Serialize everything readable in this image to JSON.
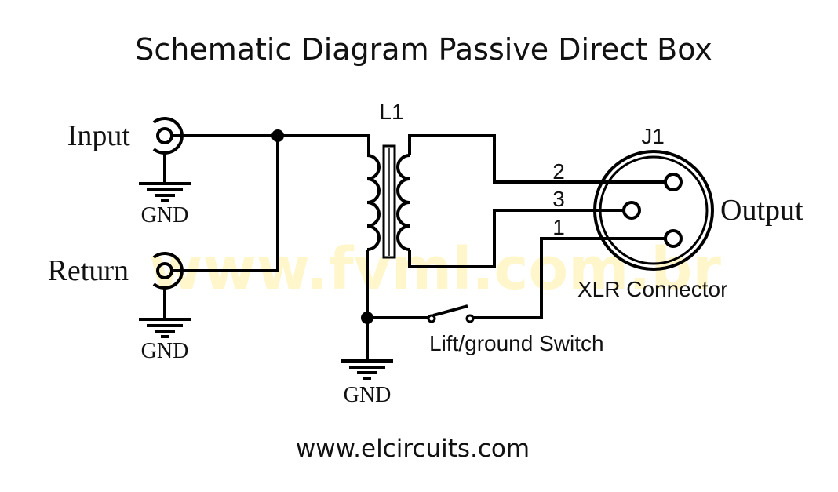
{
  "title": "Schematic Diagram Passive Direct Box",
  "watermark": "www.fvml.com.br",
  "footer_url": "www.elcircuits.com",
  "colors": {
    "line": "#000000",
    "background": "#ffffff",
    "watermark": "#fff6cc"
  },
  "components": {
    "input_jack": {
      "label": "Input",
      "ground_label": "GND"
    },
    "return_jack": {
      "label": "Return",
      "ground_label": "GND"
    },
    "transformer": {
      "designator": "L1"
    },
    "transformer_ground": {
      "label": "GND"
    },
    "xlr": {
      "designator": "J1",
      "label": "Output",
      "caption": "XLR Connector",
      "pins": [
        {
          "number": "2"
        },
        {
          "number": "3"
        },
        {
          "number": "1"
        }
      ]
    },
    "switch": {
      "label": "Lift/ground Switch",
      "state": "open"
    }
  }
}
